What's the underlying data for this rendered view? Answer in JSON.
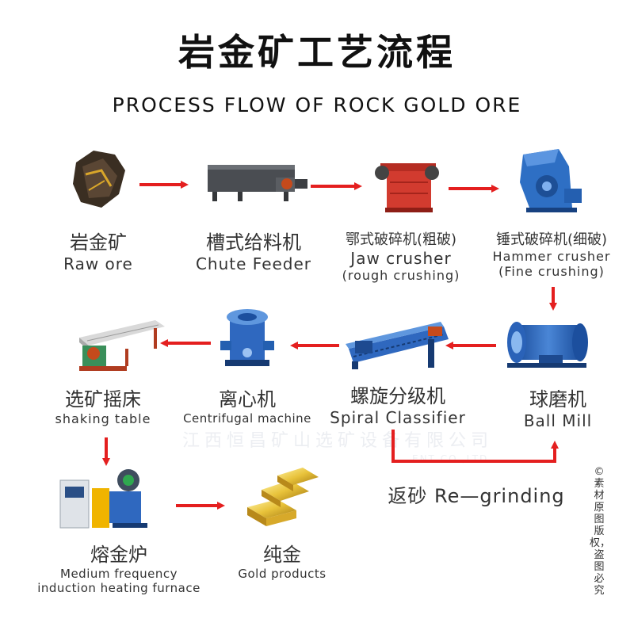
{
  "title_cn": "岩金矿工艺流程",
  "title_en": "PROCESS FLOW OF ROCK  GOLD ORE",
  "steps": [
    {
      "cn": "岩金矿",
      "en": "Raw ore"
    },
    {
      "cn": "槽式给料机",
      "en": "Chute Feeder"
    },
    {
      "cn": "鄂式破碎机(粗破)",
      "en": "Jaw crusher",
      "en2": "(rough crushing)"
    },
    {
      "cn": "锤式破碎机(细破)",
      "en": "Hammer crusher",
      "en2": "(Fine crushing)"
    },
    {
      "cn": "球磨机",
      "en": "Ball Mill"
    },
    {
      "cn": "螺旋分级机",
      "en": "Spiral Classifier"
    },
    {
      "cn": "离心机",
      "en": "Centrifugal machine"
    },
    {
      "cn": "选矿摇床",
      "en": "shaking table"
    },
    {
      "cn": "熔金炉",
      "en": "Medium frequency",
      "en2": "induction heating furnace"
    },
    {
      "cn": "纯金",
      "en": "Gold products"
    }
  ],
  "regrinding": {
    "cn": "返砂",
    "en": "Re—grinding"
  },
  "watermark": "江西恒昌矿山选矿设备有限公司",
  "watermark_en": "ENT CO.,LTD",
  "copyright": "©素材原图版权，盗图必究",
  "colors": {
    "arrow": "#e41f1f",
    "machine_blue": "#2a62b8",
    "gold": "#e8c23a"
  }
}
